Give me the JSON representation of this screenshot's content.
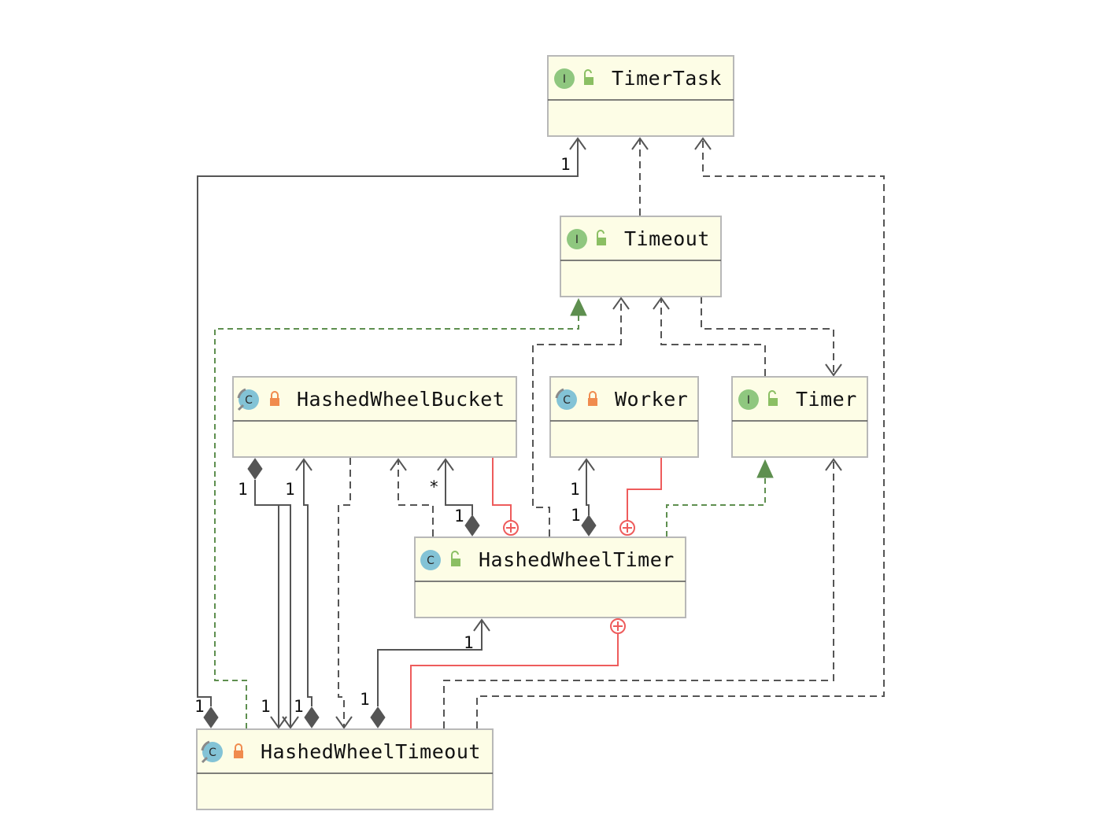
{
  "diagram": {
    "classes": {
      "timer_task": {
        "name": "TimerTask",
        "kind": "I",
        "kind_icon": "interface-icon",
        "visibility_icon": "public-lock-icon"
      },
      "timeout": {
        "name": "Timeout",
        "kind": "I",
        "kind_icon": "interface-icon",
        "visibility_icon": "public-lock-icon"
      },
      "hashed_wheel_bucket": {
        "name": "HashedWheelBucket",
        "kind": "C",
        "kind_icon": "static-class-icon",
        "visibility_icon": "private-lock-icon"
      },
      "worker": {
        "name": "Worker",
        "kind": "C",
        "kind_icon": "static-class-icon",
        "visibility_icon": "private-lock-icon"
      },
      "timer": {
        "name": "Timer",
        "kind": "I",
        "kind_icon": "interface-icon",
        "visibility_icon": "public-lock-icon"
      },
      "hashed_wheel_timer": {
        "name": "HashedWheelTimer",
        "kind": "C",
        "kind_icon": "class-icon",
        "visibility_icon": "public-lock-icon"
      },
      "hashed_wheel_timeout": {
        "name": "HashedWheelTimeout",
        "kind": "C",
        "kind_icon": "static-class-icon",
        "visibility_icon": "private-lock-icon"
      }
    },
    "multiplicities": {
      "timeout_task_target": "1",
      "task_source": "1",
      "bucket_head_source": "1",
      "bucket_head_target": "1",
      "bucket_tail_target": "1",
      "bucket_tail_source": "1",
      "timer_buckets_target": "*",
      "timer_buckets_source": "1",
      "timer_worker_target": "1",
      "timer_worker_source": "1",
      "timeout_timer_target": "1",
      "timeout_timer_source": "1"
    },
    "colors": {
      "class_fill": "#fdfde6",
      "class_border": "#b8b8b8",
      "association": "#555555",
      "realization": "#5e8f4f",
      "inner_class": "#ee5c5c",
      "interface_badge": "#8fc77f",
      "class_badge": "#83c3d6",
      "public_lock": "#8bbf63",
      "private_lock": "#f08b4e"
    }
  }
}
